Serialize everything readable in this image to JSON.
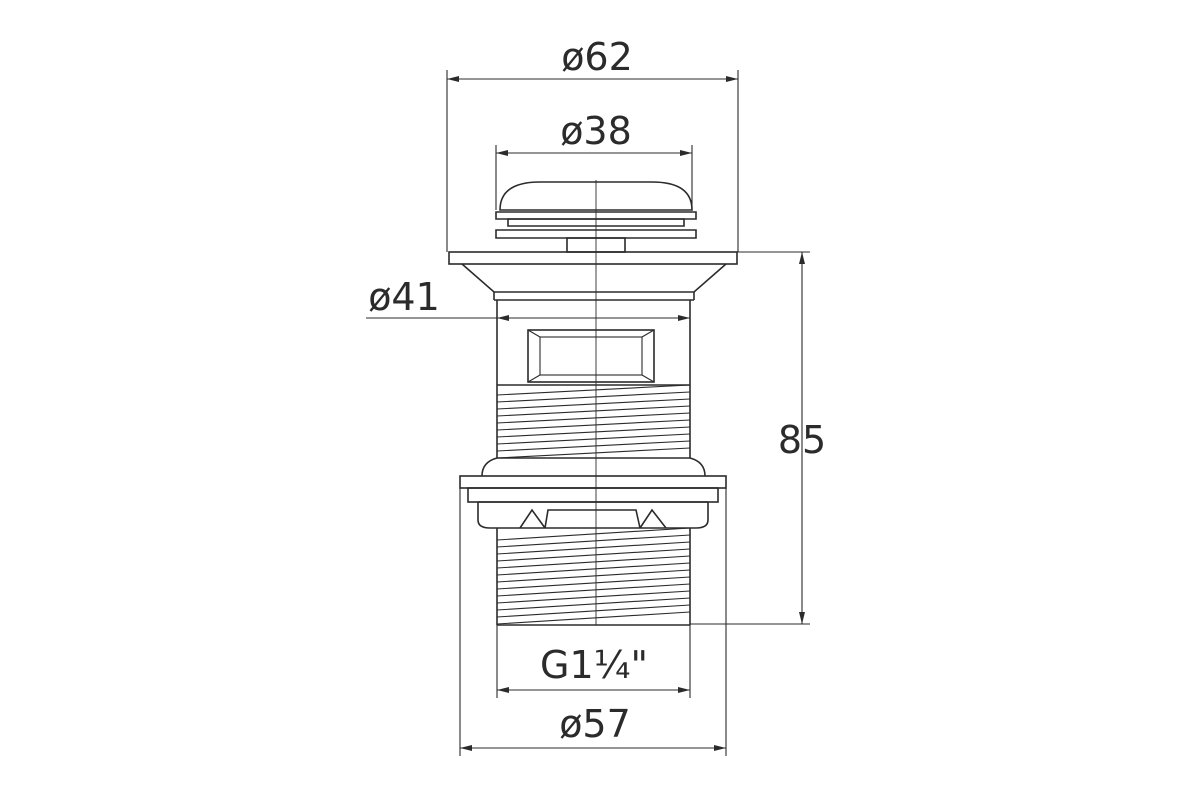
{
  "diagram": {
    "dimensions": {
      "top_outer_diameter": "ø62",
      "cap_diameter": "ø38",
      "body_diameter": "ø41",
      "height": "85",
      "thread_size": "G1¼\"",
      "base_diameter": "ø57"
    },
    "colors": {
      "line": "#2b2b2b",
      "background": "#ffffff"
    }
  }
}
